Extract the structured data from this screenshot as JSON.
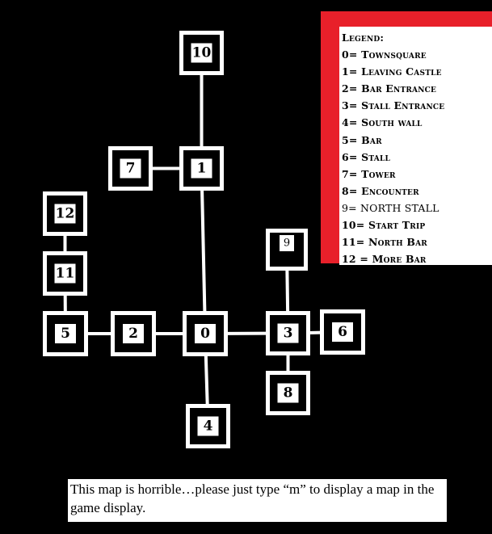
{
  "map": {
    "nodes": [
      {
        "id": "10",
        "label": "10"
      },
      {
        "id": "7",
        "label": "7"
      },
      {
        "id": "1",
        "label": "1"
      },
      {
        "id": "12",
        "label": "12"
      },
      {
        "id": "11",
        "label": "11"
      },
      {
        "id": "9",
        "label": "9"
      },
      {
        "id": "5",
        "label": "5"
      },
      {
        "id": "2",
        "label": "2"
      },
      {
        "id": "0",
        "label": "0"
      },
      {
        "id": "3",
        "label": "3"
      },
      {
        "id": "6",
        "label": "6"
      },
      {
        "id": "8",
        "label": "8"
      },
      {
        "id": "4",
        "label": "4"
      }
    ],
    "edges": [
      [
        "10",
        "1"
      ],
      [
        "7",
        "1"
      ],
      [
        "1",
        "0"
      ],
      [
        "12",
        "11"
      ],
      [
        "11",
        "5"
      ],
      [
        "5",
        "2"
      ],
      [
        "2",
        "0"
      ],
      [
        "0",
        "3"
      ],
      [
        "3",
        "6"
      ],
      [
        "9",
        "3"
      ],
      [
        "3",
        "8"
      ],
      [
        "0",
        "4"
      ]
    ]
  },
  "legend": {
    "title": "Legend:",
    "entries": [
      "0= Townsquare",
      "1= Leaving Castle",
      "2= Bar Entrance",
      "3= Stall Entrance",
      "4= South wall",
      "5= Bar",
      "6= Stall",
      "7= Tower",
      "8= Encounter",
      "9=  NORTH STALL",
      "10= Start Trip",
      "11= North Bar",
      "12 = More Bar"
    ]
  },
  "note": {
    "text": "This map is horrible…please just type “m” to display a map in the game display."
  },
  "colors": {
    "background": "#000000",
    "node_border": "#ffffff",
    "legend_border": "#e8202a"
  }
}
